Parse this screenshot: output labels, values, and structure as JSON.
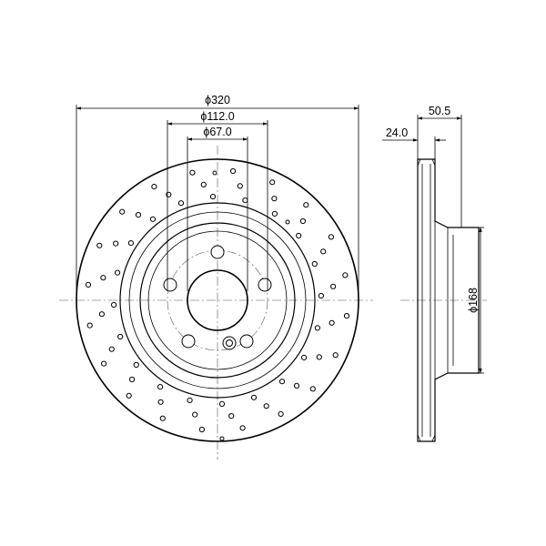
{
  "dimensions": {
    "outer_diameter": "ϕ320",
    "bolt_circle": "ϕ112.0",
    "center_bore": "ϕ67.0",
    "total_height": "50.5",
    "disc_thickness": "24.0",
    "hat_diameter": "ϕ168"
  },
  "drilling": {
    "arc_groups": 20,
    "holes_per_group": 3
  },
  "colors": {
    "line": "#000000",
    "background": "#ffffff"
  }
}
